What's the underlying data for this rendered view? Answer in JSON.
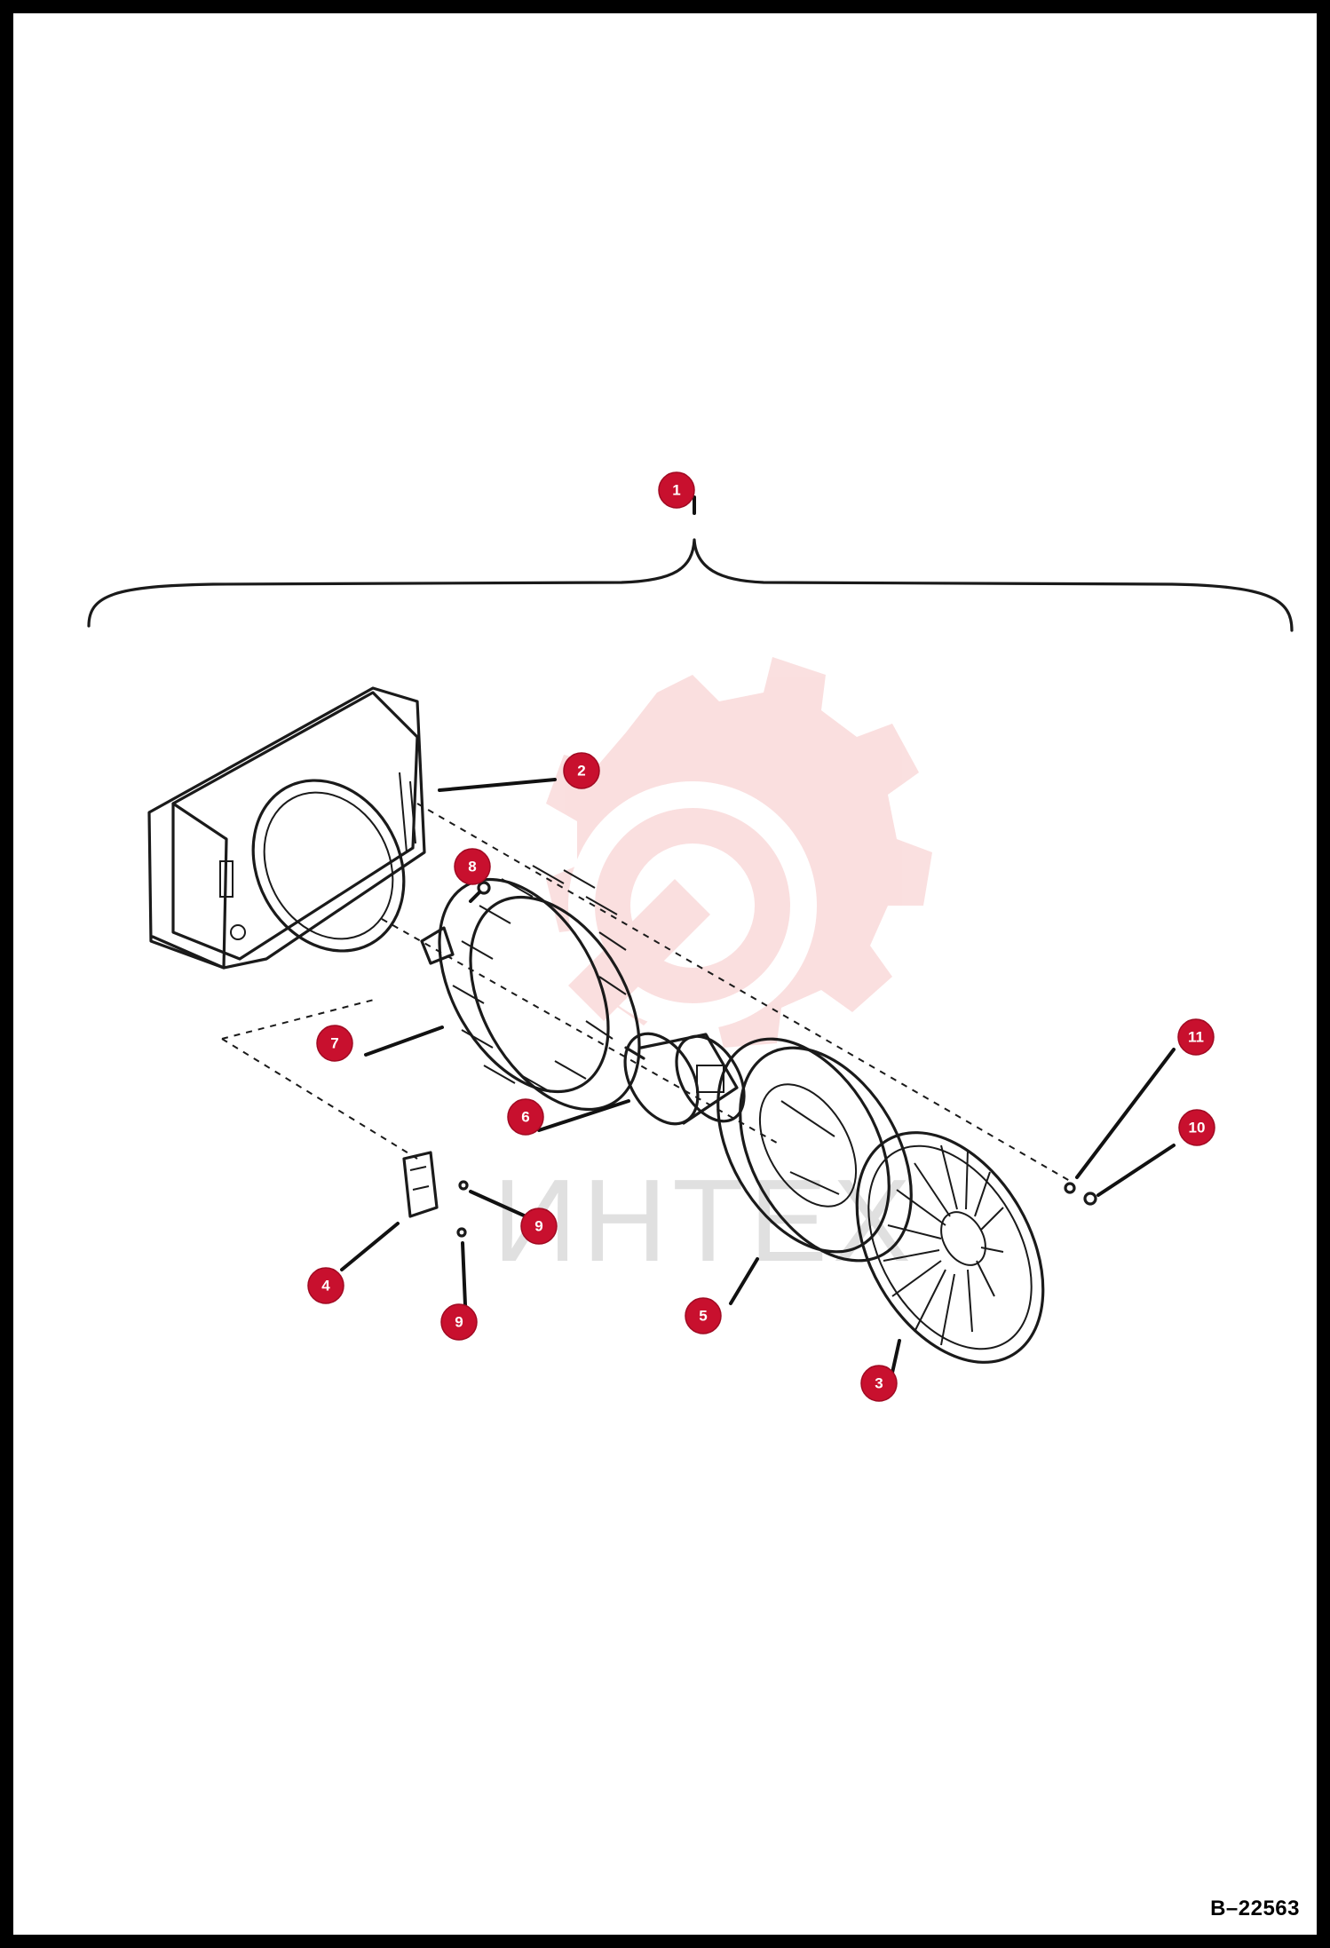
{
  "drawing_number": "B–22563",
  "watermark": {
    "text": "ИНТЕХ"
  },
  "parts": {
    "assembly": "1",
    "housing": "2",
    "cover_grille": "3",
    "bracket": "4",
    "rear_housing": "5",
    "motor": "6",
    "blower_wheel": "7",
    "nut": "8",
    "screw_a": "9",
    "screw_b": "9",
    "washer": "10",
    "bolt": "11"
  },
  "colors": {
    "callout": "#c8102e",
    "watermark": "#f4c2c2"
  }
}
